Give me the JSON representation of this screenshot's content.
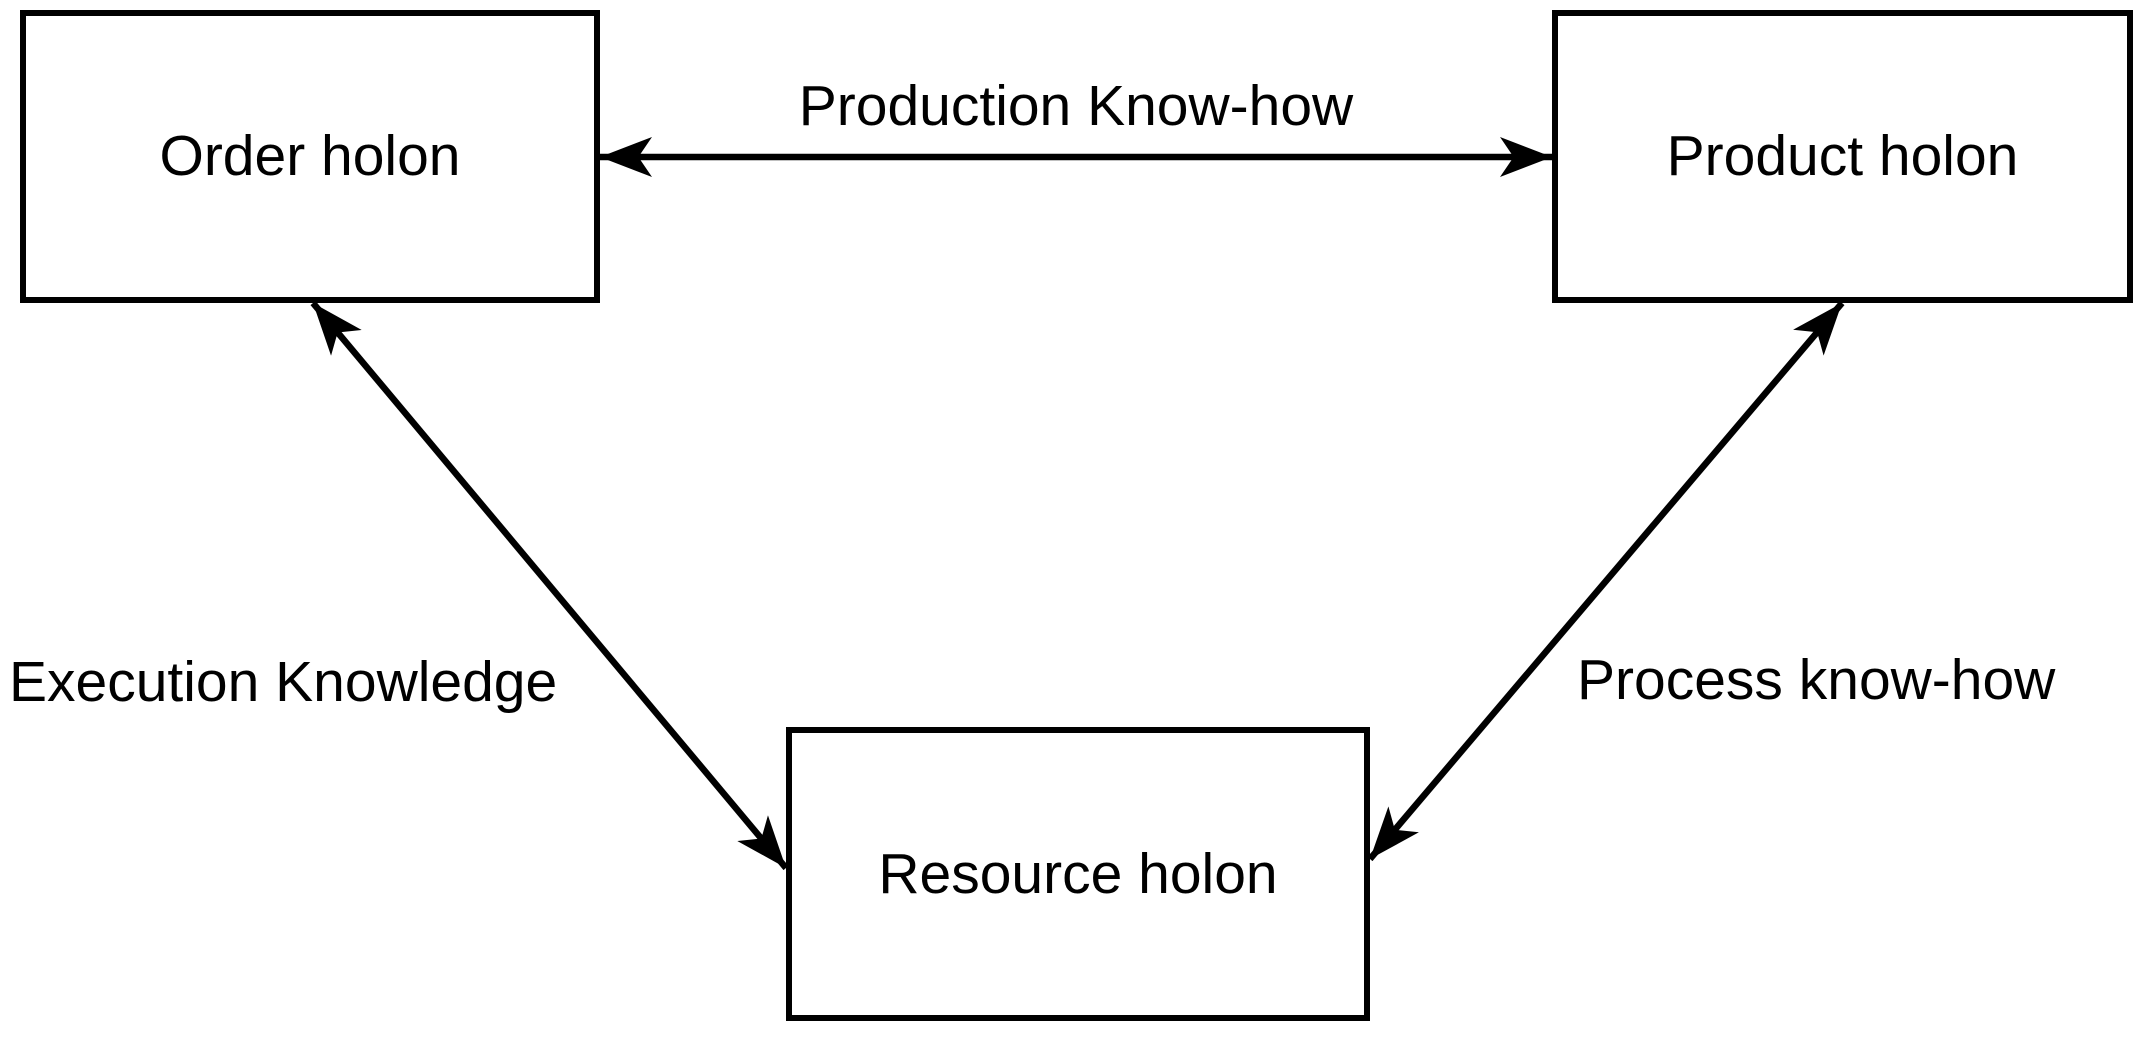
{
  "diagram": {
    "type": "holonic-architecture",
    "colors": {
      "background": "#ffffff",
      "stroke": "#000000",
      "text": "#000000"
    },
    "nodes": [
      {
        "id": "order-holon",
        "label": "Order holon"
      },
      {
        "id": "product-holon",
        "label": "Product holon"
      },
      {
        "id": "resource-holon",
        "label": "Resource holon"
      }
    ],
    "edges": [
      {
        "id": "production-know-how",
        "label": "Production Know-how",
        "from": "order-holon",
        "to": "product-holon",
        "direction": "bidirectional"
      },
      {
        "id": "execution-knowledge",
        "label": "Execution Knowledge",
        "from": "order-holon",
        "to": "resource-holon",
        "direction": "bidirectional"
      },
      {
        "id": "process-know-how",
        "label": "Process know-how",
        "from": "product-holon",
        "to": "resource-holon",
        "direction": "bidirectional"
      }
    ]
  }
}
